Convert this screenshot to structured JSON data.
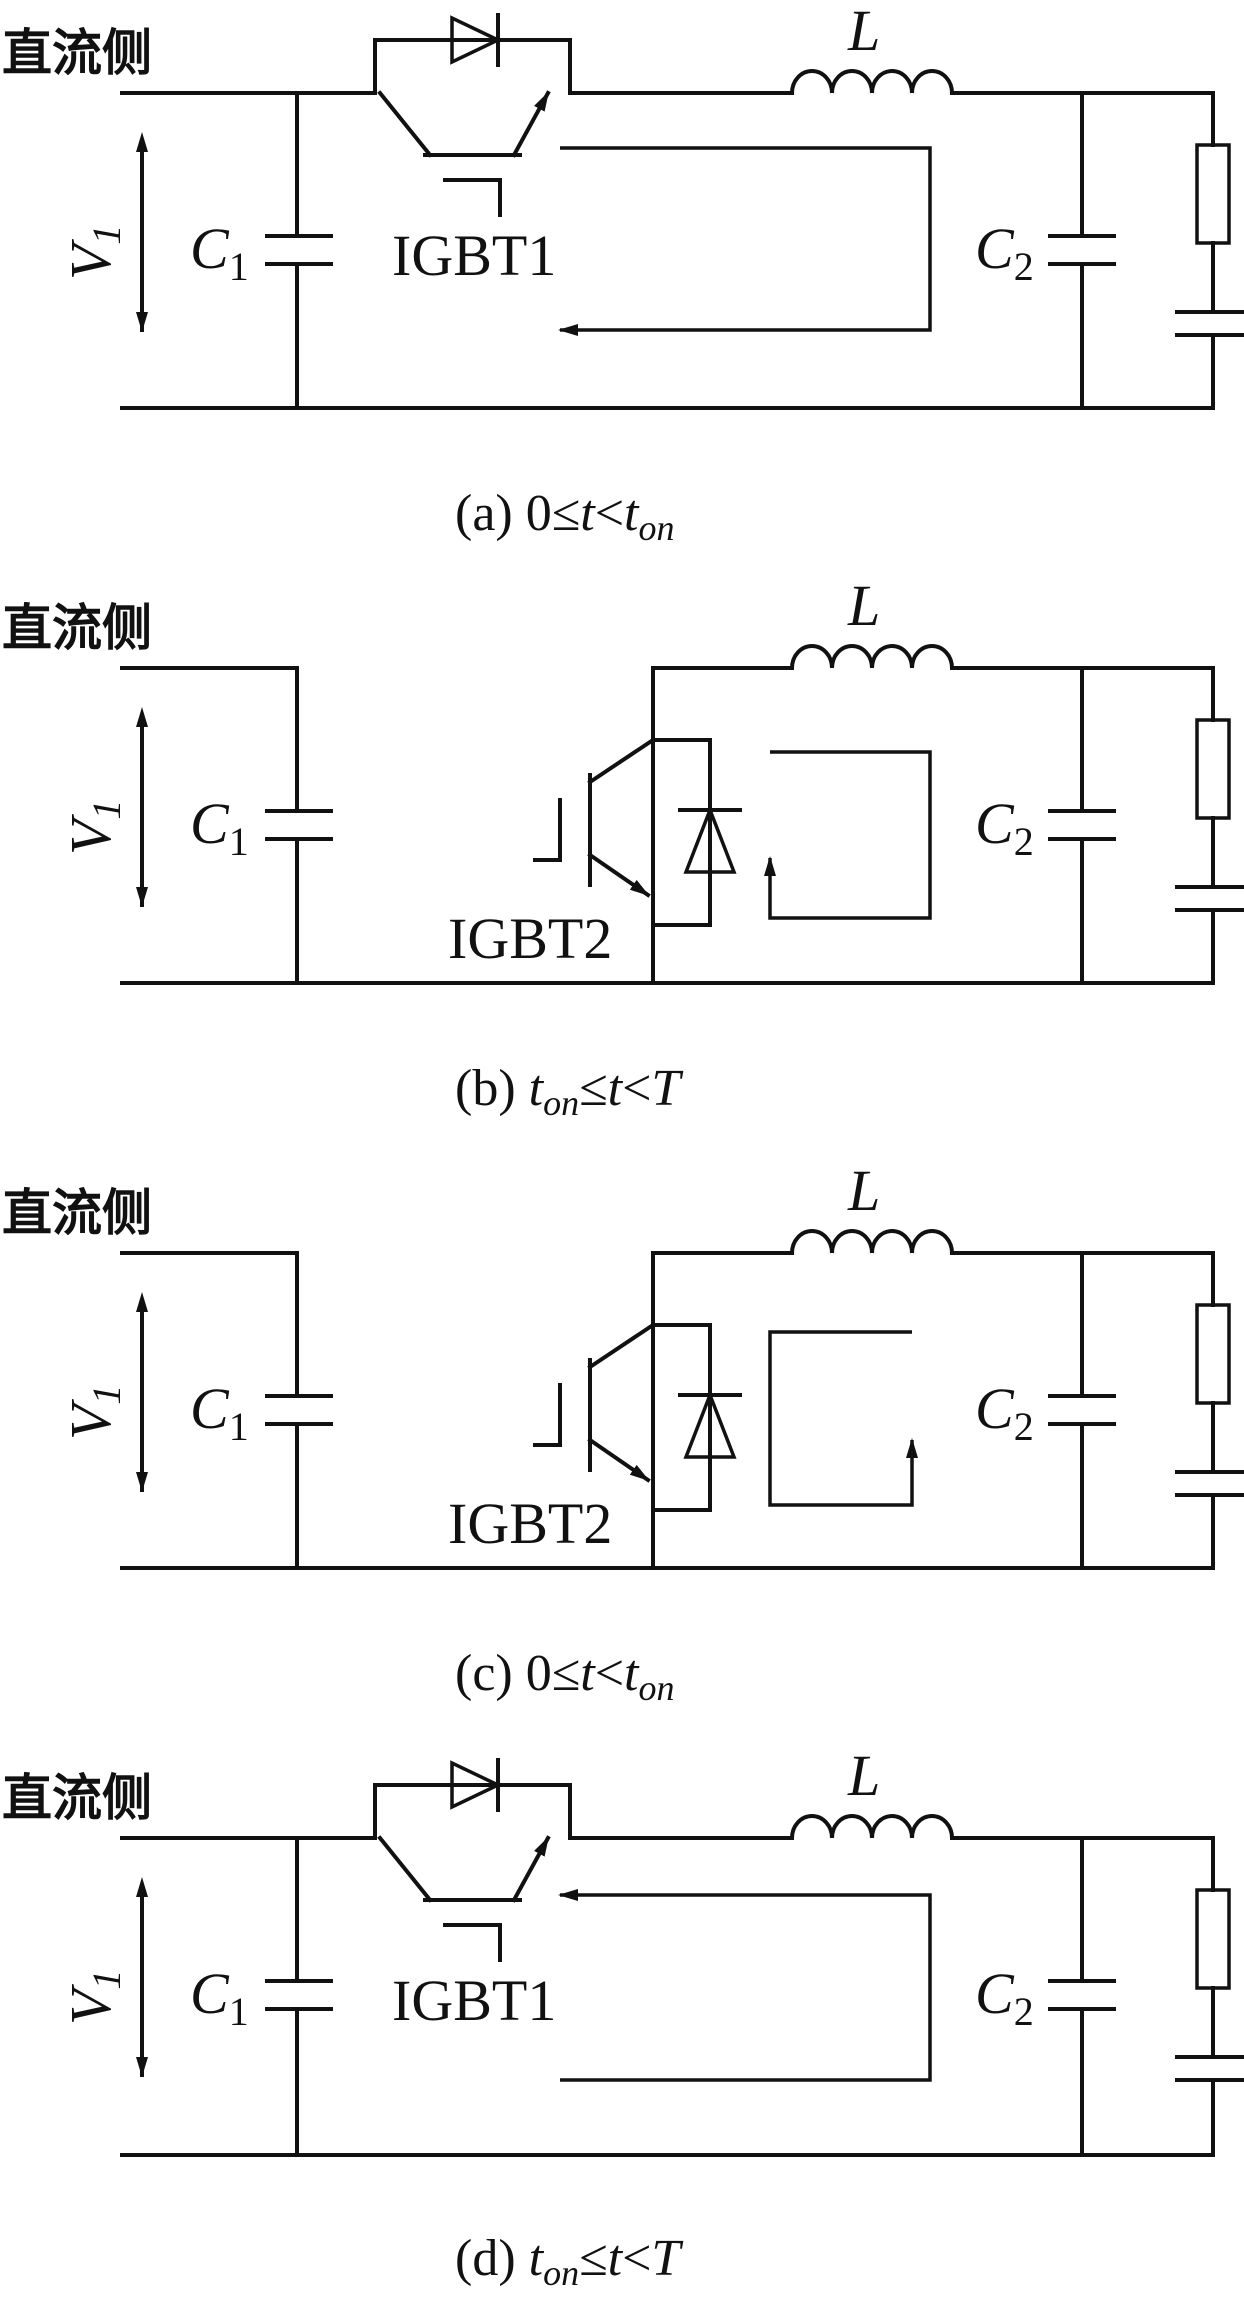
{
  "panels": [
    {
      "id": "a",
      "side_label": "直流侧",
      "v_label": "V",
      "v_sub": "1",
      "c1_label": "C",
      "c1_sub": "1",
      "c2_label": "C",
      "c2_sub": "2",
      "l_label": "L",
      "igbt_label": "IGBT1",
      "caption": {
        "prefix": "(a) ",
        "p1": "0≤",
        "p2": "t",
        "p3": "<",
        "p4": "t",
        "p4sub": "on"
      }
    },
    {
      "id": "b",
      "side_label": "直流侧",
      "v_label": "V",
      "v_sub": "1",
      "c1_label": "C",
      "c1_sub": "1",
      "c2_label": "C",
      "c2_sub": "2",
      "l_label": "L",
      "igbt_label": "IGBT2",
      "caption": {
        "prefix": "(b) ",
        "p1": "t",
        "p1sub": "on",
        "p2": "≤",
        "p3": "t",
        "p4": "<",
        "p5": "T"
      }
    },
    {
      "id": "c",
      "side_label": "直流侧",
      "v_label": "V",
      "v_sub": "1",
      "c1_label": "C",
      "c1_sub": "1",
      "c2_label": "C",
      "c2_sub": "2",
      "l_label": "L",
      "igbt_label": "IGBT2",
      "caption": {
        "prefix": "(c) ",
        "p1": "0≤",
        "p2": "t",
        "p3": "<",
        "p4": "t",
        "p4sub": "on"
      }
    },
    {
      "id": "d",
      "side_label": "直流侧",
      "v_label": "V",
      "v_sub": "1",
      "c1_label": "C",
      "c1_sub": "1",
      "c2_label": "C",
      "c2_sub": "2",
      "l_label": "L",
      "igbt_label": "IGBT1",
      "caption": {
        "prefix": "(d) ",
        "p1": "t",
        "p1sub": "on",
        "p2": "≤",
        "p3": "t",
        "p4": "<",
        "p5": "T"
      }
    }
  ]
}
